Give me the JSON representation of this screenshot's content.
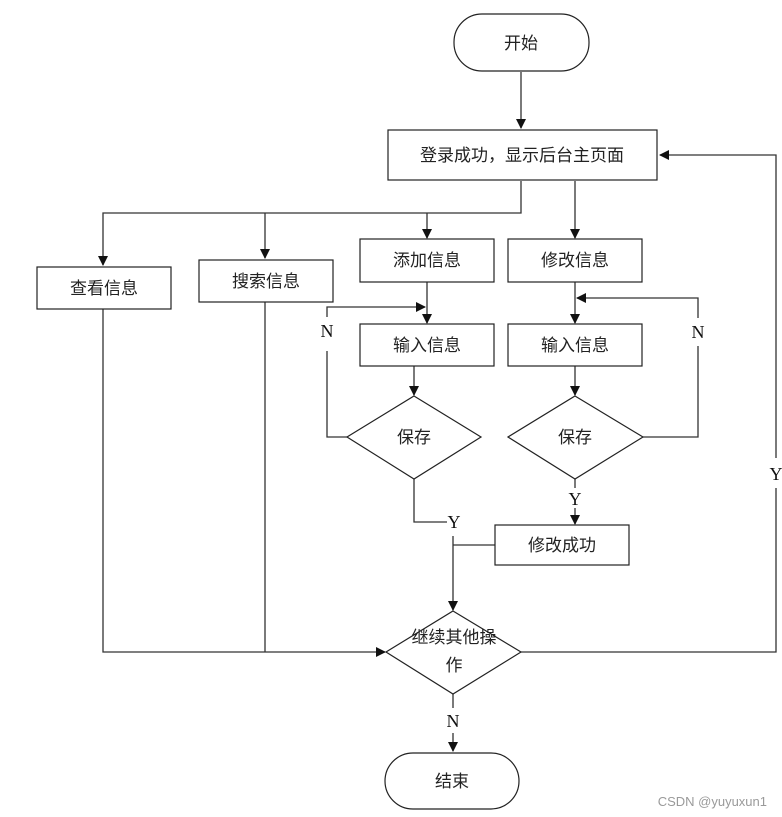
{
  "nodes": {
    "start": "开始",
    "login": "登录成功，显示后台主页面",
    "view": "查看信息",
    "search": "搜索信息",
    "add": "添加信息",
    "modify": "修改信息",
    "input_add": "输入信息",
    "input_modify": "输入信息",
    "save_add": "保存",
    "save_modify": "保存",
    "modify_success": "修改成功",
    "continue_line1": "继续其他操",
    "continue_line2": "作",
    "end": "结束"
  },
  "edge_labels": {
    "save_add_no": "N",
    "save_add_yes": "Y",
    "save_modify_no": "N",
    "save_modify_yes": "Y",
    "continue_yes": "Y",
    "continue_no": "N"
  },
  "watermark": "CSDN @yuyuxun1"
}
